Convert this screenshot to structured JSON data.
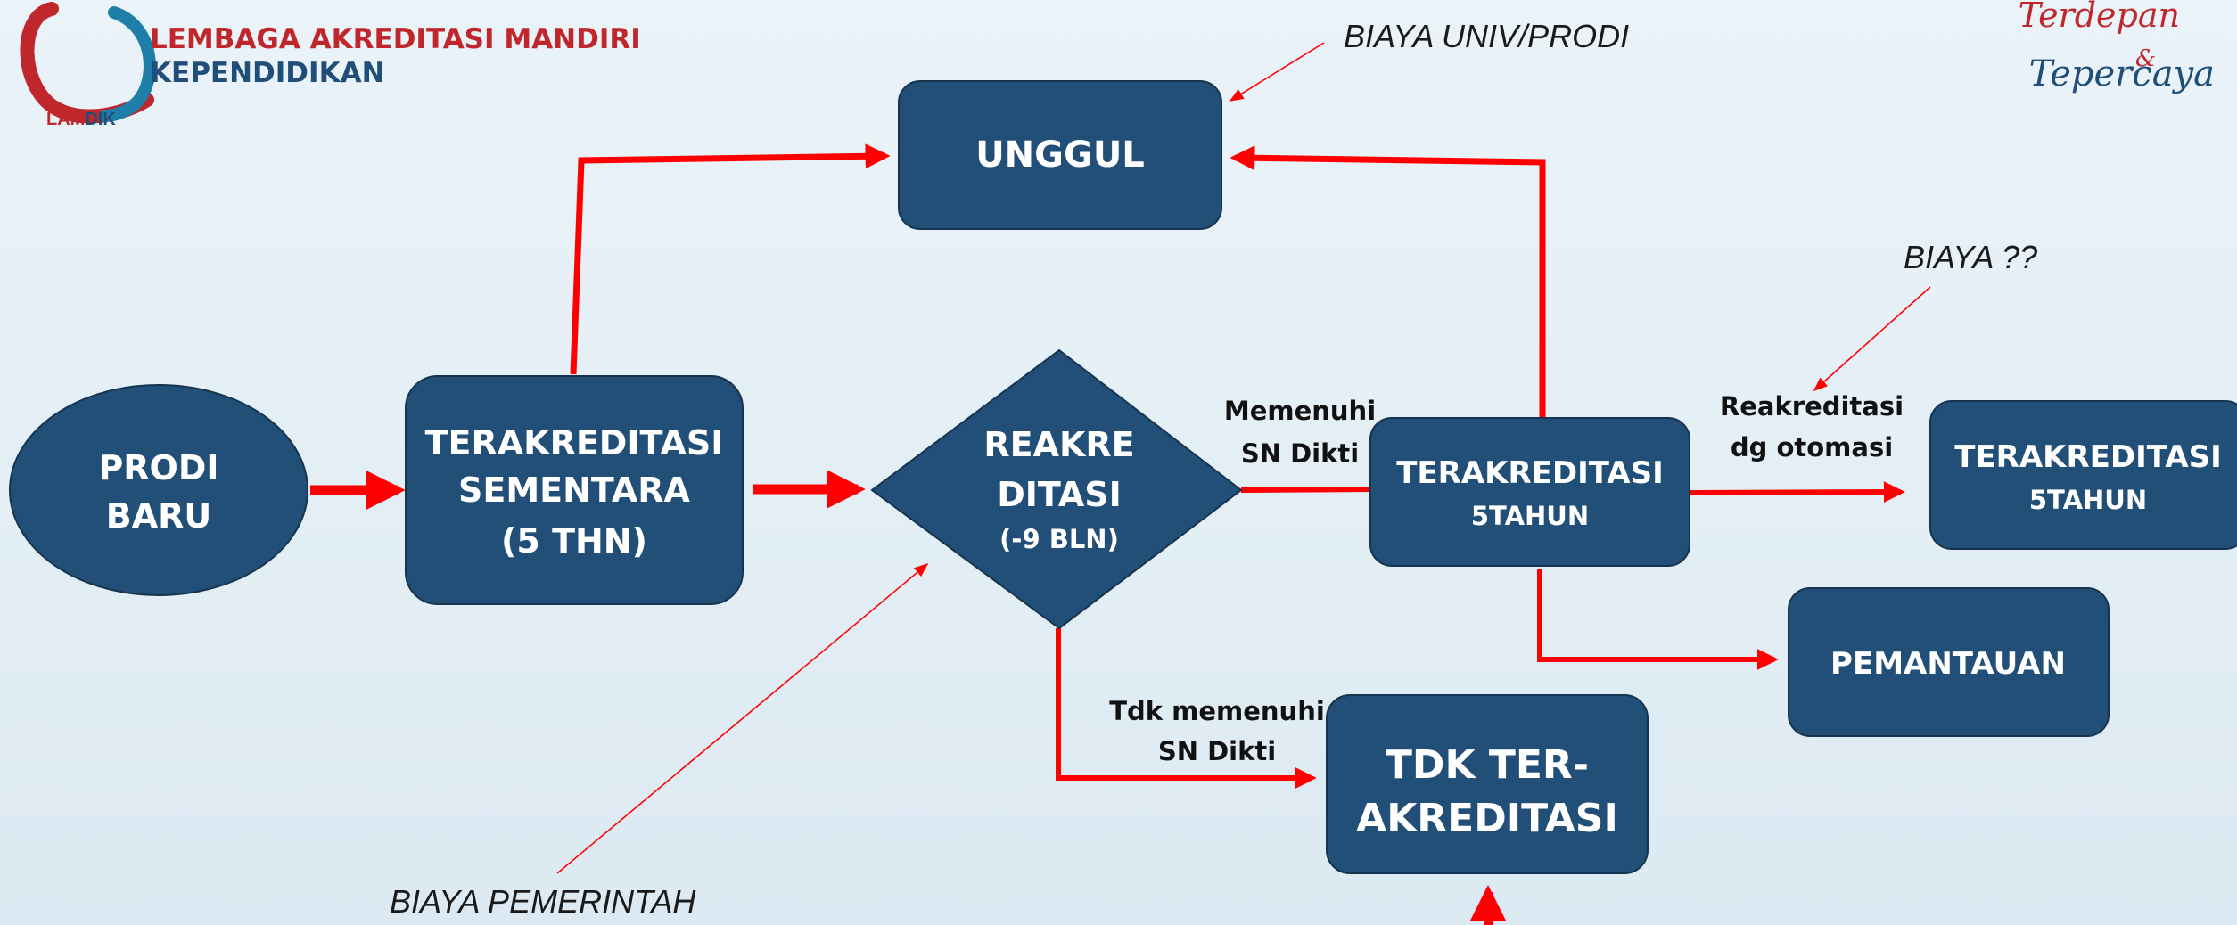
{
  "header": {
    "org_line1": "LEMBAGA AKREDITASI MANDIRI",
    "org_line2": "KEPENDIDIKAN",
    "logo_lam": "LAM",
    "logo_dik": "DIK",
    "tagline_top": "Terdepan",
    "tagline_amp": "&",
    "tagline_bottom": "Tepercaya"
  },
  "nodes": {
    "prodi_baru": {
      "line1": "PRODI",
      "line2": "BARU"
    },
    "terakreditasi_sementara": {
      "line1": "TERAKREDITASI",
      "line2": "SEMENTARA",
      "line3": "(5 THN)"
    },
    "reakreditasi": {
      "line1": "REAKRE",
      "line2": "DITASI",
      "line3": "(-9 BLN)"
    },
    "unggul": {
      "line1": "UNGGUL"
    },
    "terakreditasi_5_a": {
      "line1": "TERAKREDITASI",
      "line2": "5TAHUN"
    },
    "terakreditasi_5_b": {
      "line1": "TERAKREDITASI",
      "line2": "5TAHUN"
    },
    "pemantauan": {
      "line1": "PEMANTAUAN"
    },
    "tdk_terakreditasi": {
      "line1": "TDK TER-",
      "line2": "AKREDITASI"
    }
  },
  "edge_labels": {
    "memenuhi": {
      "line1": "Memenuhi",
      "line2": "SN Dikti"
    },
    "tdk_memenuhi": {
      "line1": "Tdk memenuhi",
      "line2": "SN Dikti"
    },
    "reakreditasi_otomasi": {
      "line1": "Reakreditasi",
      "line2": "dg otomasi"
    }
  },
  "notes": {
    "biaya_univ": "BIAYA UNIV/PRODI",
    "biaya_pemerintah": "BIAYA PEMERINTAH",
    "biaya_tanya": "BIAYA ??"
  },
  "colors": {
    "node_fill": "#214f77",
    "node_stroke": "#16344f",
    "arrow": "#ff0000",
    "org_red": "#c0272d",
    "org_blue": "#1f4e79"
  }
}
